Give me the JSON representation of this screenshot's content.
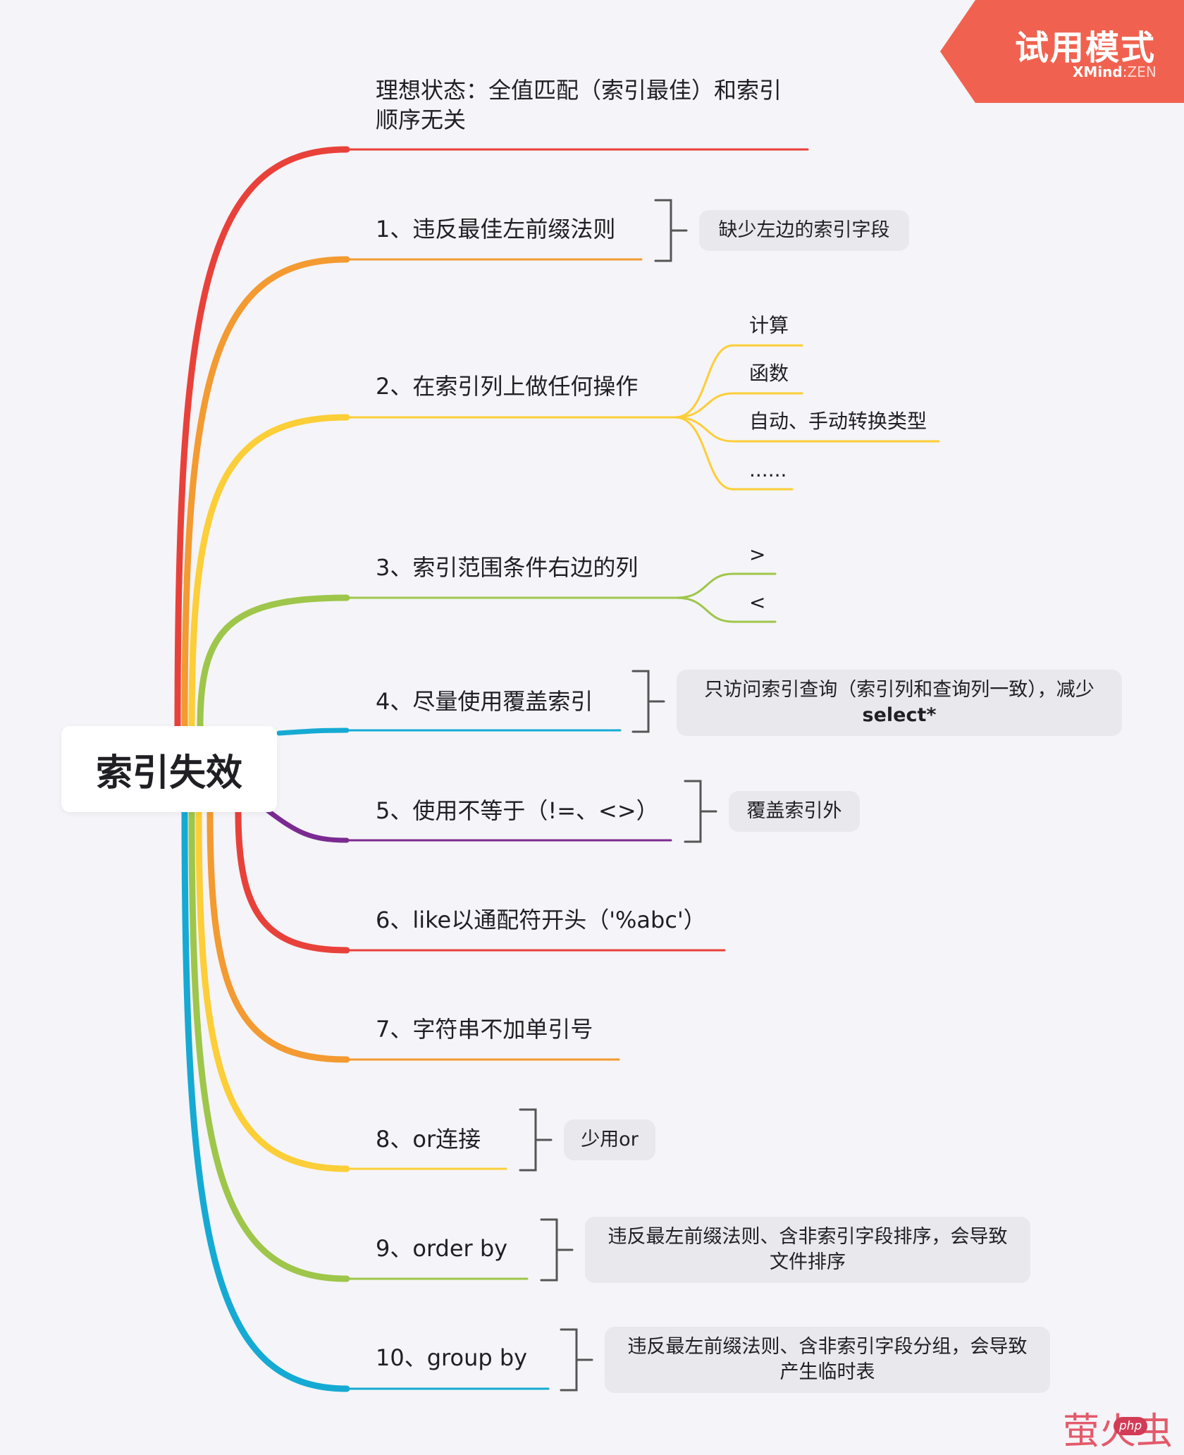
{
  "banner": {
    "title": "试用模式",
    "brand": "XMind",
    "brand_suffix": "ZEN",
    "color": "#f0624f"
  },
  "root": {
    "label": "索引失效"
  },
  "branches": [
    {
      "label_lines": [
        "理想状态：全值匹配（索引最佳）和索引",
        "顺序无关"
      ],
      "color": "#e8413a"
    },
    {
      "label": "1、违反最佳左前缀法则",
      "color": "#f39a31",
      "note": "缺少左边的索引字段"
    },
    {
      "label": "2、在索引列上做任何操作",
      "color": "#fcce37",
      "children": [
        "计算",
        "函数",
        "自动、手动转换类型",
        "......"
      ]
    },
    {
      "label": "3、索引范围条件右边的列",
      "color": "#9ec64a",
      "children": [
        ">",
        "<"
      ]
    },
    {
      "label": "4、尽量使用覆盖索引",
      "color": "#15aad3",
      "note_lines": [
        "只访问索引查询（索引列和查询列一致），减少",
        "select*"
      ]
    },
    {
      "label": "5、使用不等于（!=、<>）",
      "color": "#7b2a92",
      "note": "覆盖索引外"
    },
    {
      "label": "6、like以通配符开头（'%abc'）",
      "color": "#e8413a"
    },
    {
      "label": "7、字符串不加单引号",
      "color": "#f39a31"
    },
    {
      "label": "8、or连接",
      "color": "#fcce37",
      "note": "少用or"
    },
    {
      "label": "9、order by",
      "color": "#9ec64a",
      "note_lines": [
        "违反最左前缀法则、含非索引字段排序，会导致",
        "文件排序"
      ]
    },
    {
      "label": "10、group by",
      "color": "#15aad3",
      "note_lines": [
        "违反最左前缀法则、含非索引字段分组，会导致",
        "产生临时表"
      ]
    }
  ],
  "watermark": {
    "text": "萤火虫",
    "badge": "php"
  }
}
